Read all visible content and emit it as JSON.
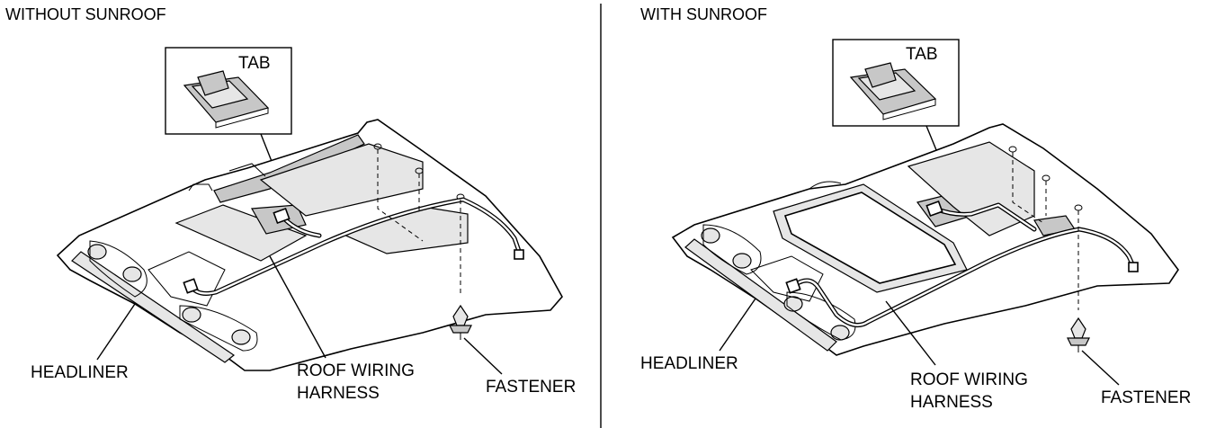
{
  "panels": [
    {
      "title": "WITHOUT SUNROOF",
      "labels": {
        "tab": "TAB",
        "headliner": "HEADLINER",
        "harness_line1": "ROOF WIRING",
        "harness_line2": "HARNESS",
        "fastener": "FASTENER"
      }
    },
    {
      "title": "WITH SUNROOF",
      "labels": {
        "tab": "TAB",
        "headliner": "HEADLINER",
        "harness_line1": "ROOF WIRING",
        "harness_line2": "HARNESS",
        "fastener": "FASTENER"
      }
    }
  ]
}
